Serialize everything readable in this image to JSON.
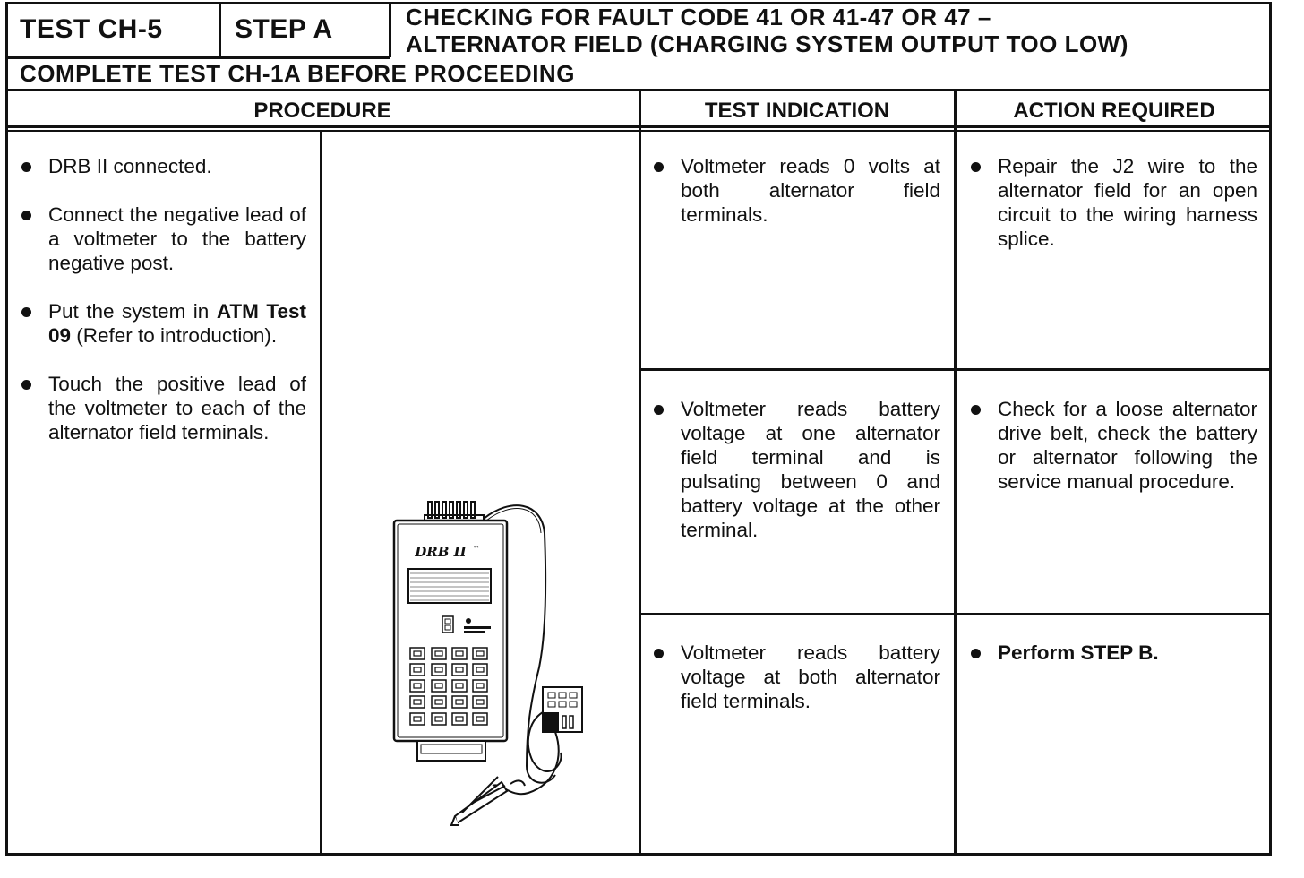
{
  "header": {
    "test_label": "TEST CH-5",
    "step_label": "STEP A",
    "title_line1": "CHECKING FOR FAULT CODE 41 OR 41-47 OR 47 –",
    "title_line2": "ALTERNATOR FIELD (CHARGING SYSTEM OUTPUT TOO LOW)",
    "subtitle": "COMPLETE TEST CH-1A BEFORE PROCEEDING"
  },
  "columns": {
    "procedure": "PROCEDURE",
    "test_indication": "TEST INDICATION",
    "action_required": "ACTION REQUIRED"
  },
  "procedure": {
    "steps": [
      {
        "pre": "DRB II connected.",
        "bold": "",
        "post": ""
      },
      {
        "pre": "Connect the negative lead of a voltmeter to the battery negative post.",
        "bold": "",
        "post": ""
      },
      {
        "pre": "Put the system in ",
        "bold": "ATM Test 09",
        "post": " (Refer to introduction)."
      },
      {
        "pre": "Touch the positive lead of the voltmeter to each of the alternator field terminals.",
        "bold": "",
        "post": ""
      }
    ]
  },
  "device": {
    "brand": "DRB II",
    "trademark": "™"
  },
  "rows": [
    {
      "indication": "Voltmeter reads 0 volts at both alternator field terminals.",
      "action_pre": "Repair the J2 wire to the alternator field for an open circuit to the wiring harness splice.",
      "action_bold": ""
    },
    {
      "indication": "Voltmeter reads battery voltage at one alternator field terminal and is pulsating between 0 and battery voltage at the other terminal.",
      "action_pre": "Check for a loose alternator drive belt, check the battery or alternator following the service manual procedure.",
      "action_bold": ""
    },
    {
      "indication": "Voltmeter reads battery voltage at both alternator field terminals.",
      "action_pre": "",
      "action_bold": "Perform STEP B."
    }
  ]
}
